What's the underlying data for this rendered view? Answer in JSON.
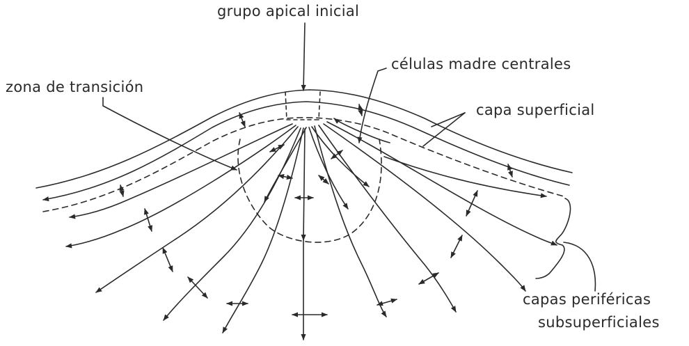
{
  "labels": {
    "grupo_apical": "grupo apical inicial",
    "celulas_madre": "células madre centrales",
    "zona_transicion": "zona de transición",
    "capa_superficial": "capa superficial",
    "capas_perifericas_1": "capas periféricas",
    "capas_perifericas_2": "subsuperficiales"
  },
  "colors": {
    "ink": "#2a2a2a",
    "background": "#ffffff"
  }
}
